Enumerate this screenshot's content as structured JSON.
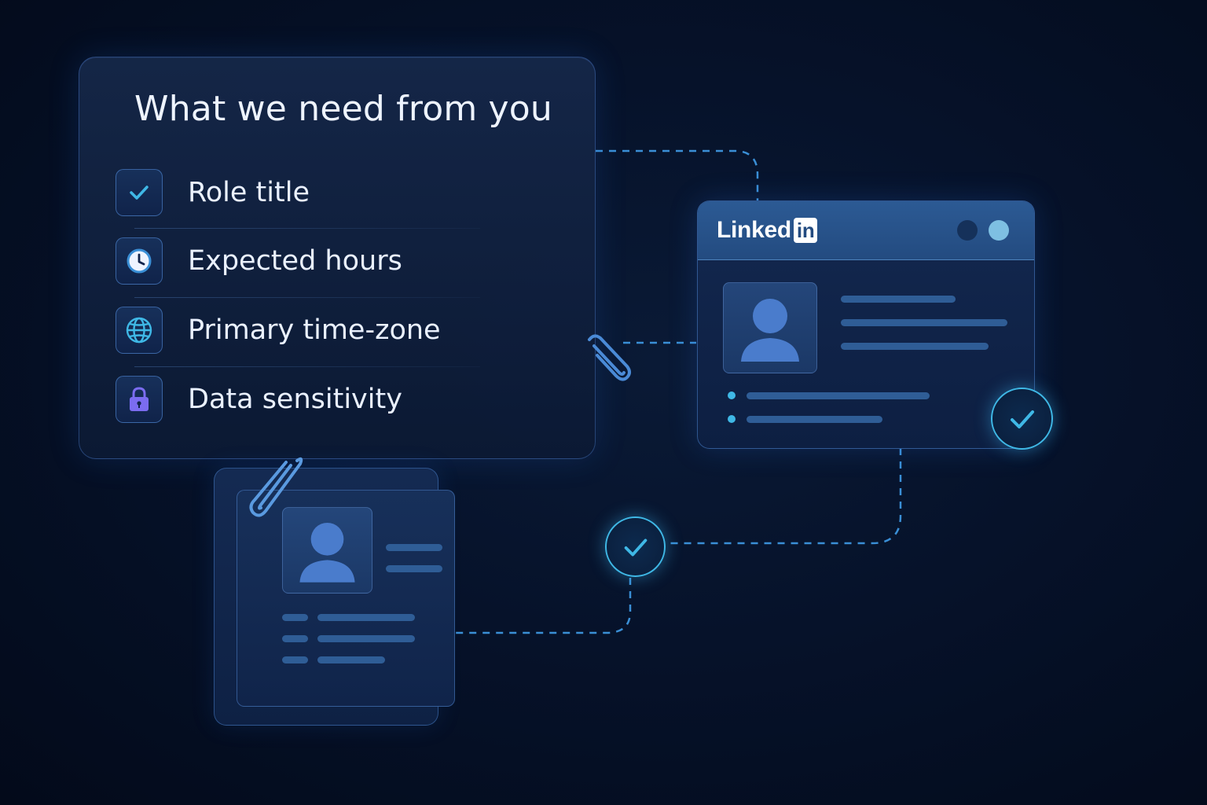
{
  "requirements_card": {
    "title": "What we need from you",
    "items": [
      {
        "label": "Role title",
        "icon": "check-icon"
      },
      {
        "label": "Expected hours",
        "icon": "clock-icon"
      },
      {
        "label": "Primary time-zone",
        "icon": "globe-icon"
      },
      {
        "label": "Data sensitivity",
        "icon": "lock-icon"
      }
    ]
  },
  "linkedin_window": {
    "brand_text": "Linked",
    "brand_badge": "in"
  },
  "colors": {
    "accent_cyan": "#3fb8e6",
    "connector": "#3a8fd6",
    "lock_purple": "#7b6cf0",
    "avatar": "#4a7ccc"
  }
}
